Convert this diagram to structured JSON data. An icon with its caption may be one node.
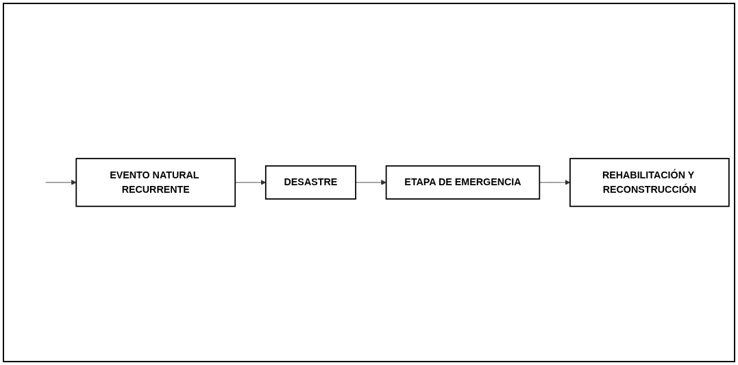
{
  "diagram": {
    "nodes": [
      {
        "text": [
          "EVENTO NATURAL RECURRENTE"
        ]
      },
      {
        "text": [
          "DESASTRE"
        ]
      },
      {
        "text": [
          "ETAPA DE EMERGENCIA"
        ]
      },
      {
        "text": [
          "REHABILITACIÓN Y RECONSTRUCCIÓN"
        ]
      }
    ],
    "edges": [
      {
        "from": null,
        "to": 0,
        "arrow": "to"
      },
      {
        "from": 0,
        "to": 1,
        "arrow": "to"
      },
      {
        "from": 1,
        "to": 2,
        "arrow": "to"
      },
      {
        "from": 2,
        "to": 3,
        "arrow": "to"
      }
    ]
  }
}
